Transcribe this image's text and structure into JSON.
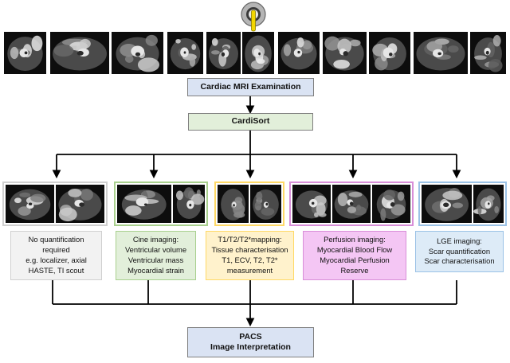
{
  "nodes": {
    "exam": "Cardiac MRI Examination",
    "sort": "CardiSort",
    "pacs_line1": "PACS",
    "pacs_line2": "Image Interpretation"
  },
  "categories": [
    {
      "lines": [
        "No quantification",
        "required",
        "e.g. localizer, axial",
        "HASTE, TI scout"
      ],
      "fill": "#f2f2f2",
      "border": "#d0d0d0"
    },
    {
      "lines": [
        "Cine imaging:",
        "Ventricular volume",
        "Ventricular mass",
        "Myocardial strain"
      ],
      "fill": "#e2efda",
      "border": "#a9d08e"
    },
    {
      "lines": [
        "T1/T2/T2*mapping:",
        "Tissue characterisation",
        "T1, ECV, T2, T2*",
        "measurement"
      ],
      "fill": "#fff2cc",
      "border": "#ffd966"
    },
    {
      "lines": [
        "Perfusion imaging:",
        "Myocardial Blood Flow",
        "Myocardial Perfusion",
        "Reserve"
      ],
      "fill": "#f4c6f4",
      "border": "#d88ed8"
    },
    {
      "lines": [
        "LGE imaging:",
        "Scar quantification",
        "Scar characterisation"
      ],
      "fill": "#ddebf7",
      "border": "#9bc2e6"
    }
  ],
  "colors": {
    "exam_fill": "#dae3f3",
    "sort_fill": "#e2efda",
    "pacs_fill": "#dae3f3",
    "connector": "#000000",
    "scanner_accent": "#f2d600"
  },
  "icons": {
    "scanner": "mri-scanner-icon",
    "thumbnails": "cardiac-mri-image"
  }
}
